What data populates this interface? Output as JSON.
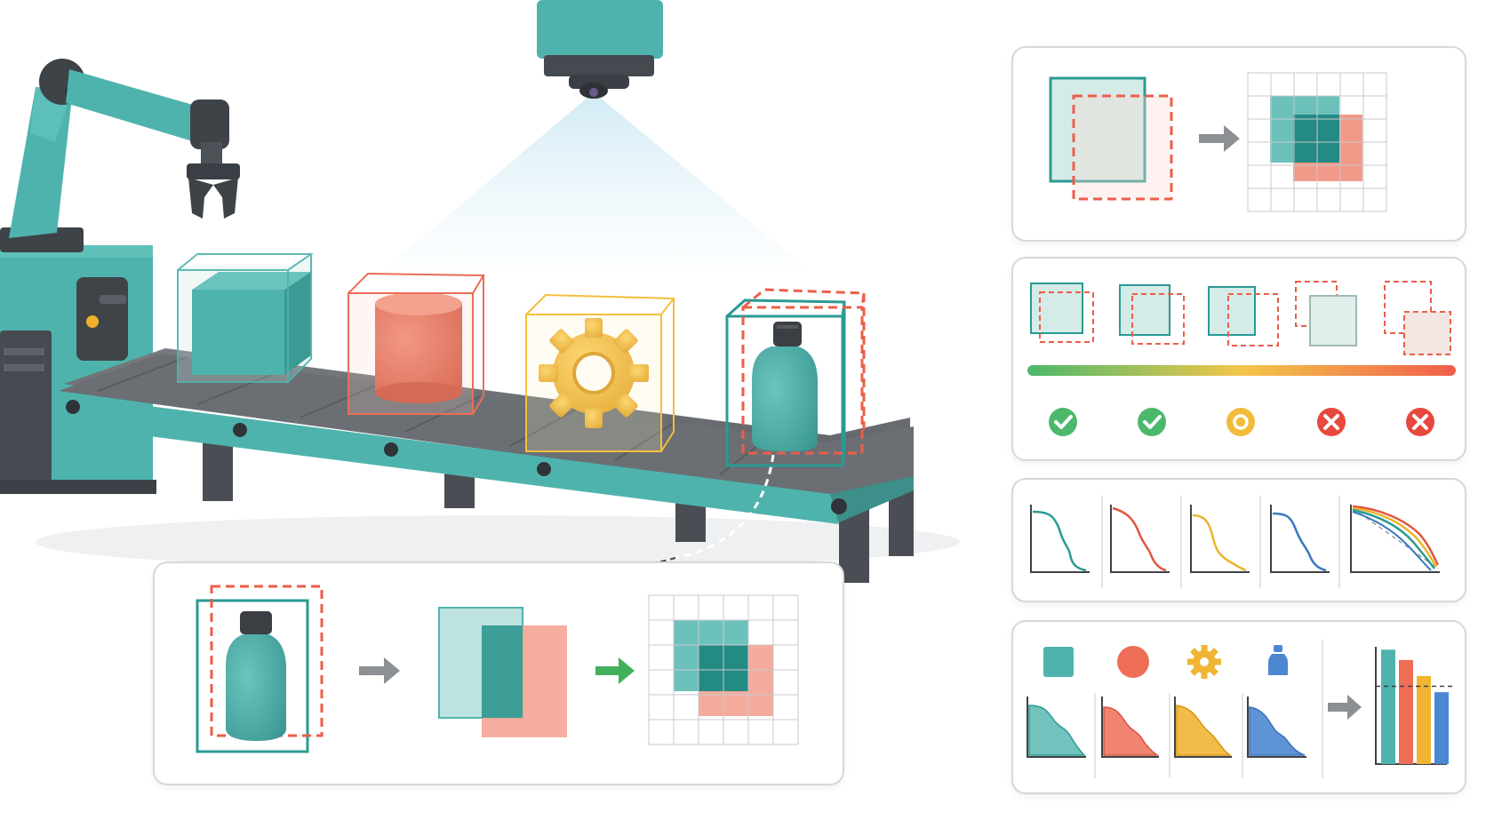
{
  "scene": {
    "objects": [
      {
        "kind": "cube",
        "color": "#4fb3ad",
        "box": "#4fb3ad"
      },
      {
        "kind": "cylinder",
        "color": "#e8705a",
        "box": "#ec6d57"
      },
      {
        "kind": "gear",
        "color": "#f2b42c",
        "box": "#f3bf3c"
      },
      {
        "kind": "bottle",
        "color": "#4fb3ad",
        "box": "#2a9a93",
        "prediction": "#ec5e48"
      }
    ]
  },
  "threshold_panel": {
    "steps": [
      "pass",
      "pass",
      "partial",
      "fail",
      "fail"
    ],
    "gradient": [
      "#4cb86c",
      "#f3c64a",
      "#ef5e4a"
    ]
  },
  "pr_panel": {
    "curve_colors": [
      "#2a9a93",
      "#e2553f",
      "#e9b42c",
      "#3a78c2"
    ]
  },
  "map_panel": {
    "class_icons": [
      "cube-icon",
      "circle-icon",
      "gear-icon",
      "bottle-icon"
    ],
    "class_colors": [
      "#4fb3ad",
      "#ef6e58",
      "#f0b533",
      "#4c88d2"
    ],
    "bar_values": [
      0.78,
      0.71,
      0.6,
      0.49
    ],
    "mean_line": 0.53
  },
  "colors": {
    "teal": "#4fb3ad",
    "teal_dark": "#2a8d87",
    "coral": "#ec6d57",
    "amber": "#f3b934",
    "grey": "#5d6166",
    "arrow_grey": "#8c8f93",
    "arrow_green": "#43b05c"
  }
}
